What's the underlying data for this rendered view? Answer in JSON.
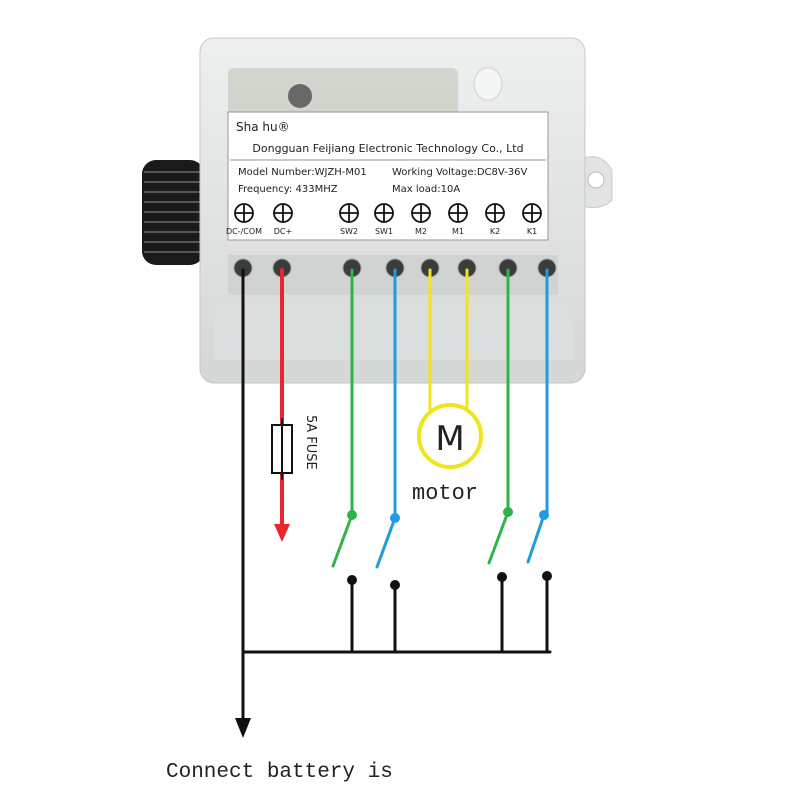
{
  "device": {
    "brand": "Sha hu®",
    "company": "Dongguan Feijiang Electronic Technology Co., Ltd",
    "model": "Model Number:WJZH-M01",
    "voltage": "Working Voltage:DC8V-36V",
    "frequency": "Frequency: 433MHZ",
    "max_load": "Max load:10A",
    "terminals": [
      "DC-/COM",
      "DC+",
      "SW2",
      "SW1",
      "M2",
      "M1",
      "K2",
      "K1"
    ]
  },
  "fuse": {
    "label": "5A FUSE"
  },
  "motor": {
    "symbol": "M",
    "label": "motor"
  },
  "footer": {
    "caption": "Connect battery is"
  },
  "colors": {
    "ground": "#111111",
    "power": "#e8262b",
    "switch_green": "#2fb44a",
    "switch_blue": "#1f9be0",
    "motor": "#f0e41c",
    "case": "#e6e8e7"
  }
}
